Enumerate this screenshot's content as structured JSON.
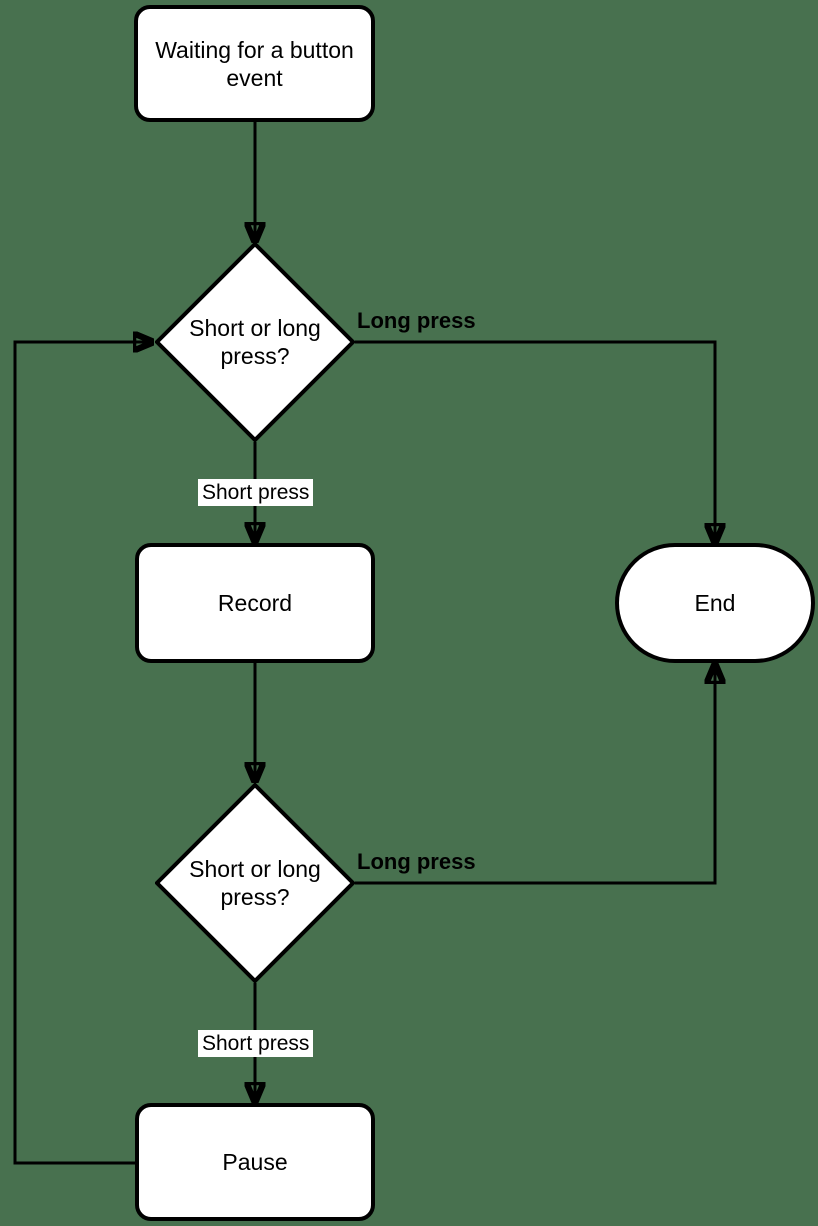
{
  "diagram": {
    "type": "flowchart",
    "background_color": "#48714F",
    "shape_fill": "#FFFFFF",
    "shape_stroke": "#000000",
    "text_color": "#000000",
    "nodes": {
      "waiting": {
        "label": "Waiting for a button event",
        "shape": "rounded-rectangle"
      },
      "decision1": {
        "label": "Short or long press?",
        "shape": "diamond"
      },
      "record": {
        "label": "Record",
        "shape": "rounded-rectangle"
      },
      "end": {
        "label": "End",
        "shape": "terminator"
      },
      "decision2": {
        "label": "Short or long press?",
        "shape": "diamond"
      },
      "pause": {
        "label": "Pause",
        "shape": "rounded-rectangle"
      }
    },
    "edges": [
      {
        "from": "waiting",
        "to": "decision1",
        "label": ""
      },
      {
        "from": "decision1",
        "to": "end",
        "label": "Long press"
      },
      {
        "from": "decision1",
        "to": "record",
        "label": "Short press"
      },
      {
        "from": "record",
        "to": "decision2",
        "label": ""
      },
      {
        "from": "decision2",
        "to": "end",
        "label": "Long press"
      },
      {
        "from": "decision2",
        "to": "pause",
        "label": "Short press"
      },
      {
        "from": "pause",
        "to": "decision1",
        "label": ""
      }
    ]
  }
}
